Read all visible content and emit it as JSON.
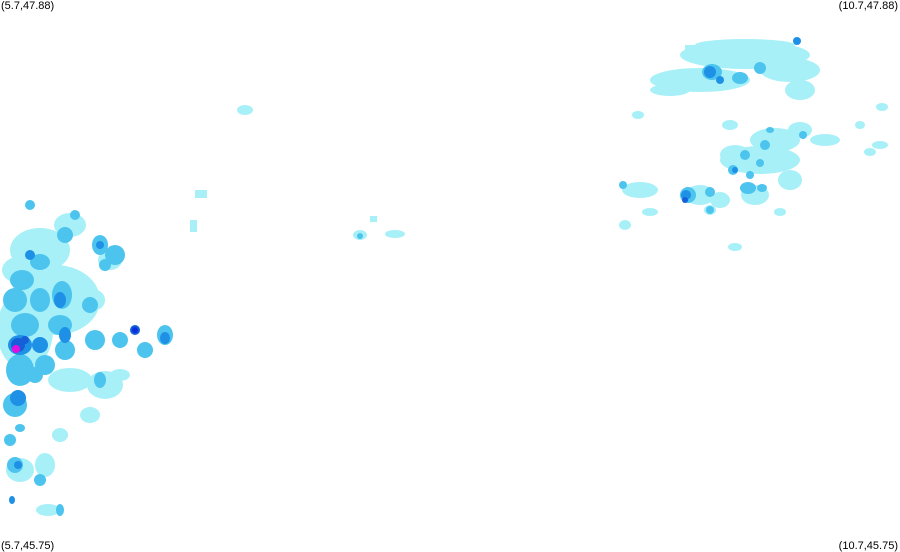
{
  "corners": {
    "top_left": "(5.7,47.88)",
    "top_right": "(10.7,47.88)",
    "bottom_left": "(5.7,45.75)",
    "bottom_right": "(10.7,45.75)"
  },
  "colors": {
    "background": "#ffffff",
    "level_1": "#a8f0f8",
    "level_2": "#4cc4ee",
    "level_3": "#1e90e6",
    "level_4": "#1560d8",
    "level_5": "#0a2ee0",
    "level_6": "#e010e0"
  }
}
